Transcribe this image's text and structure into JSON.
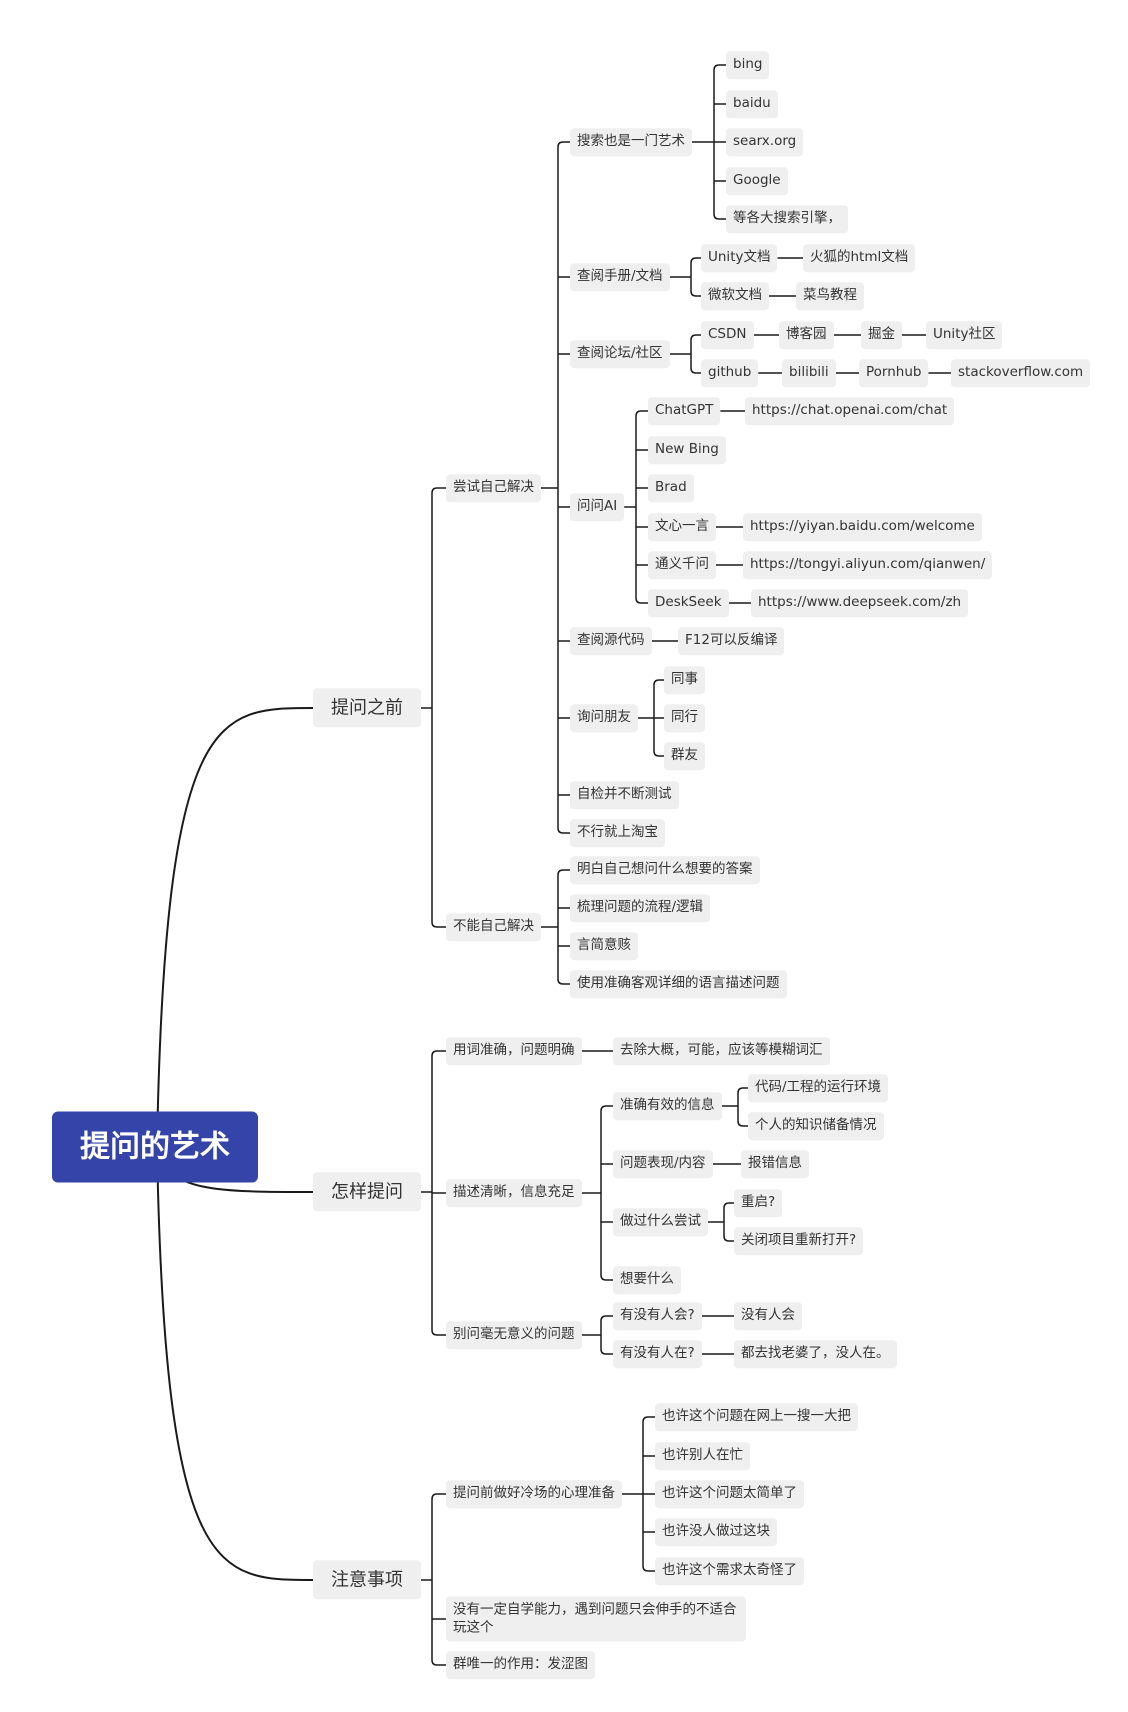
{
  "root": "提问的艺术",
  "b1": {
    "label": "提问之前",
    "self": {
      "label": "尝试自己解决",
      "search": {
        "label": "搜索也是一门艺术",
        "items": [
          "bing",
          "baidu",
          "searx.org",
          "Google",
          "等各大搜索引擎，"
        ]
      },
      "docs": {
        "label": "查阅手册/文档",
        "unity": "Unity文档",
        "firefox": "火狐的html文档",
        "msdocs": "微软文档",
        "runoob": "菜鸟教程"
      },
      "forum": {
        "label": "查阅论坛/社区",
        "row1": [
          "CSDN",
          "博客园",
          "掘金",
          "Unity社区"
        ],
        "row2": [
          "github",
          "bilibili",
          "Pornhub",
          "stackoverflow.com"
        ]
      },
      "ai": {
        "label": "问问AI",
        "chatgpt": "ChatGPT",
        "chatgpt_url": "https://chat.openai.com/chat",
        "newbing": "New Bing",
        "brad": "Brad",
        "wenxin": "文心一言",
        "wenxin_url": "https://yiyan.baidu.com/welcome",
        "tongyi": "通义千问",
        "tongyi_url": "https://tongyi.aliyun.com/qianwen/",
        "deepseek": "DeskSeek",
        "deepseek_url": "https://www.deepseek.com/zh"
      },
      "source": {
        "label": "查阅源代码",
        "f12": "F12可以反编译"
      },
      "friends": {
        "label": "询问朋友",
        "items": [
          "同事",
          "同行",
          "群友"
        ]
      },
      "test": "自检并不断测试",
      "taobao": "不行就上淘宝"
    },
    "cannot": {
      "label": "不能自己解决",
      "items": [
        "明白自己想问什么想要的答案",
        "梳理问题的流程/逻辑",
        "言简意赅",
        "使用准确客观详细的语言描述问题"
      ]
    }
  },
  "b2": {
    "label": "怎样提问",
    "accurate": {
      "label": "用词准确，问题明确",
      "child": "去除大概，可能，应该等模糊词汇"
    },
    "describe": {
      "label": "描述清晰，信息充足",
      "info": {
        "label": "准确有效的信息",
        "env": "代码/工程的运行环境",
        "knowledge": "个人的知识储备情况"
      },
      "content": {
        "label": "问题表现/内容",
        "error": "报错信息"
      },
      "tried": {
        "label": "做过什么尝试",
        "restart": "重启?",
        "reopen": "关闭项目重新打开?"
      },
      "want": "想要什么"
    },
    "meaningless": {
      "label": "别问毫无意义的问题",
      "q1": "有没有人会?",
      "a1": "没有人会",
      "q2": "有没有人在?",
      "a2": "都去找老婆了，没人在。"
    }
  },
  "b3": {
    "label": "注意事项",
    "prep": {
      "label": "提问前做好冷场的心理准备",
      "items": [
        "也许这个问题在网上一搜一大把",
        "也许别人在忙",
        "也许这个问题太简单了",
        "也许没人做过这块",
        "也许这个需求太奇怪了"
      ]
    },
    "ability": "没有一定自学能力，遇到问题只会伸手的不适合玩这个",
    "group": "群唯一的作用：发涩图"
  }
}
